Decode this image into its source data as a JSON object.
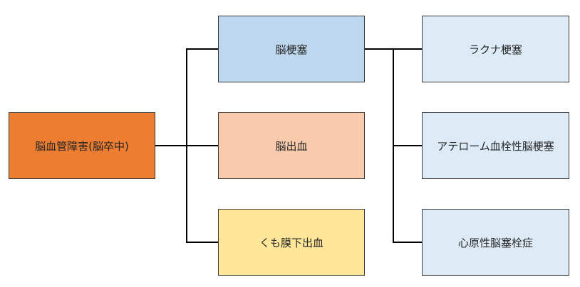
{
  "diagram": {
    "root": {
      "label": "脳血管障害(脳卒中)",
      "color": "#ED7D31"
    },
    "categories": [
      {
        "label": "脳梗塞",
        "color": "#BDD7EE"
      },
      {
        "label": "脳出血",
        "color": "#F8CBAD"
      },
      {
        "label": "くも膜下出血",
        "color": "#FFE699"
      }
    ],
    "subtypes_of": "脳梗塞",
    "subtypes": [
      {
        "label": "ラクナ梗塞",
        "color": "#DDEBF7"
      },
      {
        "label": "アテローム血栓性脳梗塞",
        "color": "#DDEBF7"
      },
      {
        "label": "心原性脳塞栓症",
        "color": "#DDEBF7"
      }
    ]
  }
}
